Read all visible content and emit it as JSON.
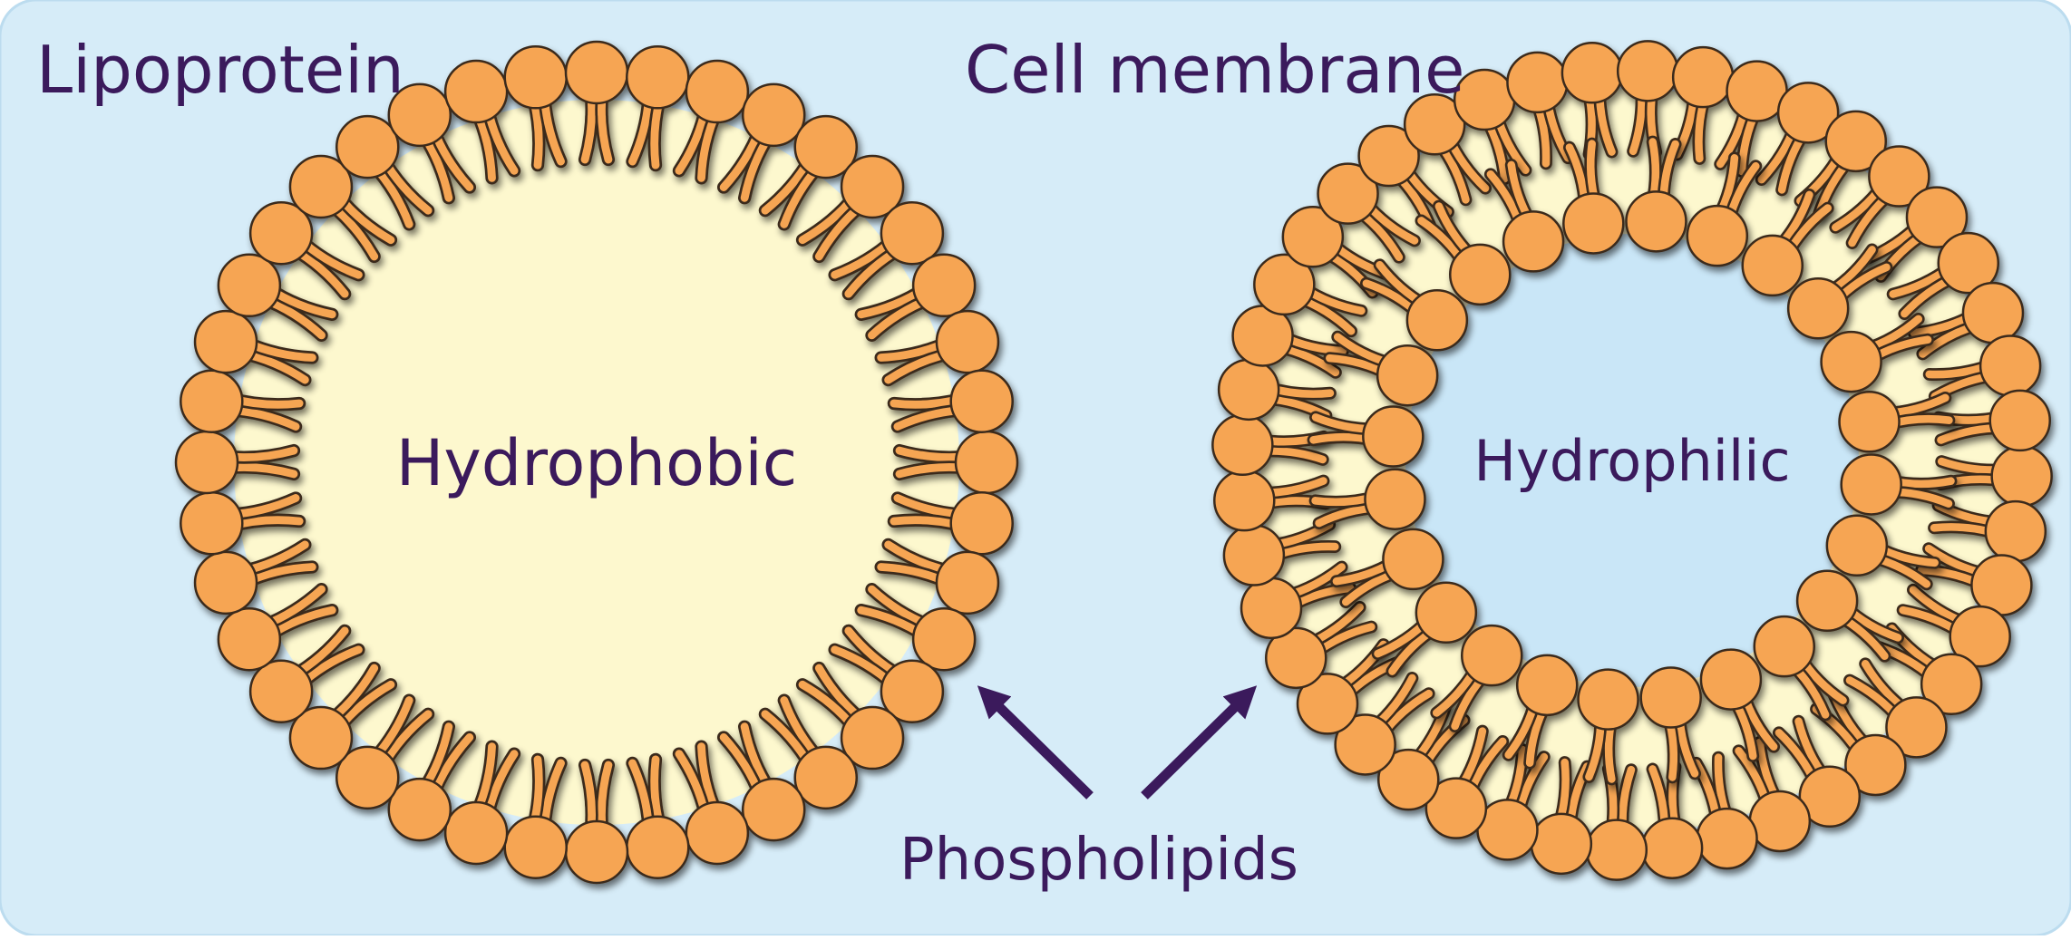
{
  "labels": {
    "lipoprotein_title": "Lipoprotein",
    "cell_membrane_title": "Cell membrane",
    "hydrophobic": "Hydrophobic",
    "hydrophilic": "Hydrophilic",
    "phospholipids": "Phospholipids"
  },
  "colors": {
    "background": "#d6ecf8",
    "panel_border": "#bcdcef",
    "core_hydrophobic": "#fdf8ce",
    "core_hydrophilic": "#c9e6f7",
    "lipid_head": "#f6a553",
    "lipid_tail": "#f6a553",
    "outline": "#3a2a1a",
    "text": "#3b1a5c",
    "arrow": "#3b1a5c"
  },
  "icons": {
    "lipid": "phospholipid-icon",
    "arrow": "arrow-icon"
  }
}
